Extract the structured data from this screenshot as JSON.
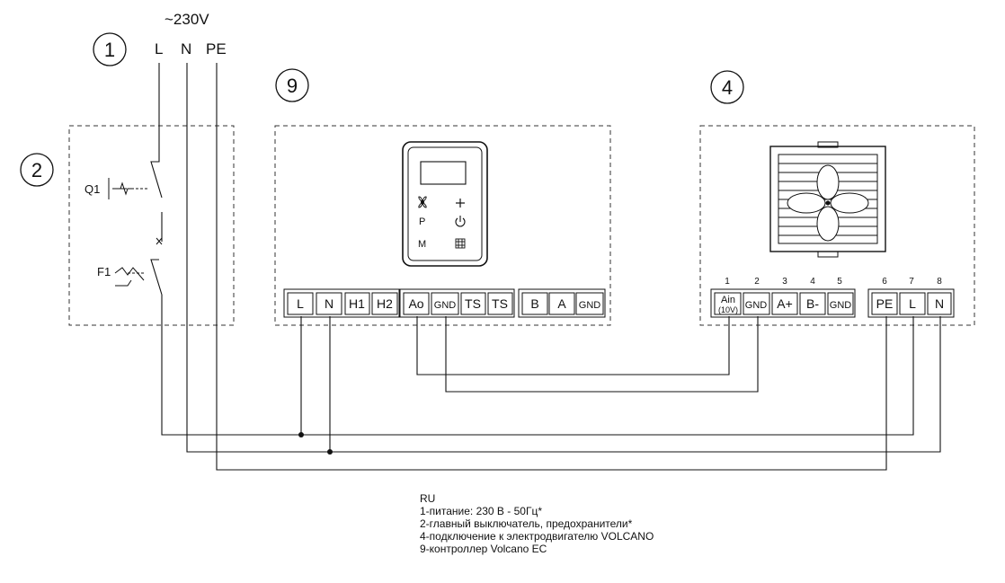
{
  "supply": {
    "voltage": "~230V",
    "lines": [
      "L",
      "N",
      "PE"
    ]
  },
  "callouts": {
    "power": "1",
    "switch_box": "2",
    "motor": "4",
    "controller": "9"
  },
  "switchgear": {
    "main_switch": "Q1",
    "fuse": "F1"
  },
  "controller": {
    "terminals": [
      "L",
      "N",
      "H1",
      "H2",
      "Ao",
      "GND",
      "TS",
      "TS",
      "B",
      "A",
      "GND"
    ],
    "icons": [
      "fan-icon",
      "plus-icon",
      "p-label",
      "power-icon",
      "m-label",
      "grid-icon"
    ],
    "keypad": {
      "p": "P",
      "m": "M"
    }
  },
  "motor": {
    "pin_numbers": [
      "1",
      "2",
      "3",
      "4",
      "5",
      "6",
      "7",
      "8"
    ],
    "terminals": [
      "Ain",
      "GND",
      "A+",
      "B-",
      "GND",
      "PE",
      "L",
      "N"
    ],
    "ain_sublabel": "(10V)"
  },
  "legend": {
    "lang": "RU",
    "lines": [
      "1-питание: 230 В - 50Гц*",
      "2-главный выключатель, предохранители*",
      "4-подключение к электродвигателю VOLCANO",
      "9-контроллер Volcano EC"
    ]
  }
}
